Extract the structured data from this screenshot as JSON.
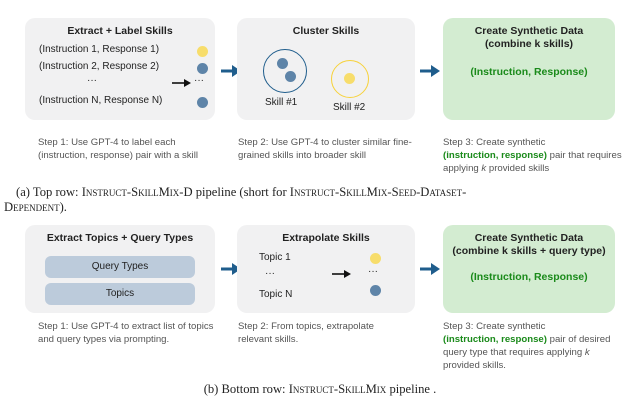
{
  "row_a": {
    "panel1": {
      "title": "Extract + Label Skills",
      "items": [
        "(Instruction 1, Response 1)",
        "(Instruction 2, Response 2)",
        "···",
        "(Instruction N, Response N)"
      ],
      "dots_right": "···"
    },
    "panel2": {
      "title": "Cluster Skills",
      "skill1": "Skill #1",
      "skill2": "Skill #2"
    },
    "panel3": {
      "title_line1": "Create Synthetic Data",
      "title_line2": "(combine k skills)",
      "body": "(Instruction, Response)"
    },
    "step1": "Step 1: Use GPT-4 to label each (instruction, response) pair with a skill",
    "step2": "Step 2: Use GPT-4 to cluster similar fine-grained skills into broader skill",
    "step3": {
      "pre": "Step 3: Create synthetic",
      "bold": "(instruction, response)",
      "post": "pair that requires applying",
      "k": "k",
      "end": "provided skills"
    },
    "caption": {
      "prefix": "(a) Top row: ",
      "name1": "Instruct-SkillMix-D",
      "mid": " pipeline (short for ",
      "name2": "Instruct-SkillMix-Seed-Dataset-",
      "name3": "Dependent",
      "suffix": ")."
    }
  },
  "row_b": {
    "panel1": {
      "title": "Extract Topics + Query Types",
      "pill1": "Query Types",
      "pill2": "Topics"
    },
    "panel2": {
      "title": "Extrapolate Skills",
      "topic1": "Topic 1",
      "dots_left": "···",
      "topicN": "Topic N",
      "dots_right": "···"
    },
    "panel3": {
      "title_line1": "Create Synthetic Data",
      "title_line2": "(combine k skills + query type)",
      "body": "(Instruction, Response)"
    },
    "step1": "Step 1: Use GPT-4 to extract list of topics and query types via prompting.",
    "step2": "Step 2: From topics, extrapolate relevant skills.",
    "step3": {
      "pre": "Step 3: Create synthetic",
      "bold": "(instruction, response)",
      "post": "pair of desired query type that requires applying",
      "k": "k",
      "end": "provided skills."
    },
    "caption": {
      "prefix": "(b) Bottom row: ",
      "name": "Instruct-SkillMix",
      "suffix": " pipeline ."
    }
  },
  "colors": {
    "panel_gray": "#f1f1f2",
    "panel_green": "#d3ecd1",
    "accent_blue": "#1f5d8c",
    "skill_blue": "#5e84a8",
    "skill_yellow": "#f7dd6b",
    "text_green": "#1a8a1a"
  }
}
